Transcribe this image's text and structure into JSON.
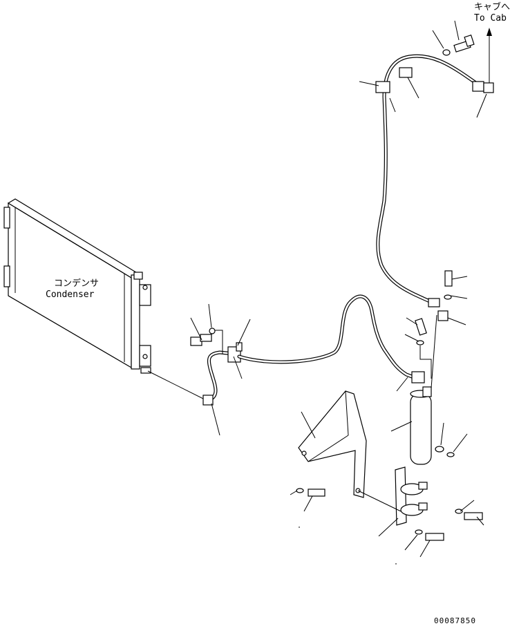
{
  "labels": {
    "to_cab_jp": "キャブへ",
    "to_cab_en": "To Cab",
    "condenser_jp": "コンデンサ",
    "condenser_en": "Condenser",
    "drawing_number": "00087850"
  }
}
